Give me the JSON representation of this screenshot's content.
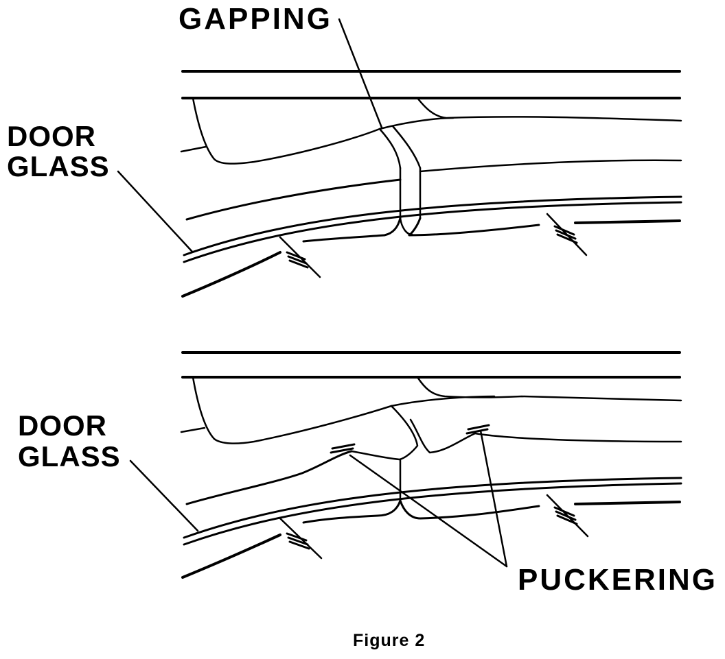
{
  "figure": {
    "caption": "Figure 2",
    "top_panel": {
      "label_gapping": "GAPPING",
      "label_glass_line1": "DOOR",
      "label_glass_line2": "GLASS"
    },
    "bottom_panel": {
      "label_glass_line1": "DOOR",
      "label_glass_line2": "GLASS",
      "label_puckering": "PUCKERING"
    }
  }
}
